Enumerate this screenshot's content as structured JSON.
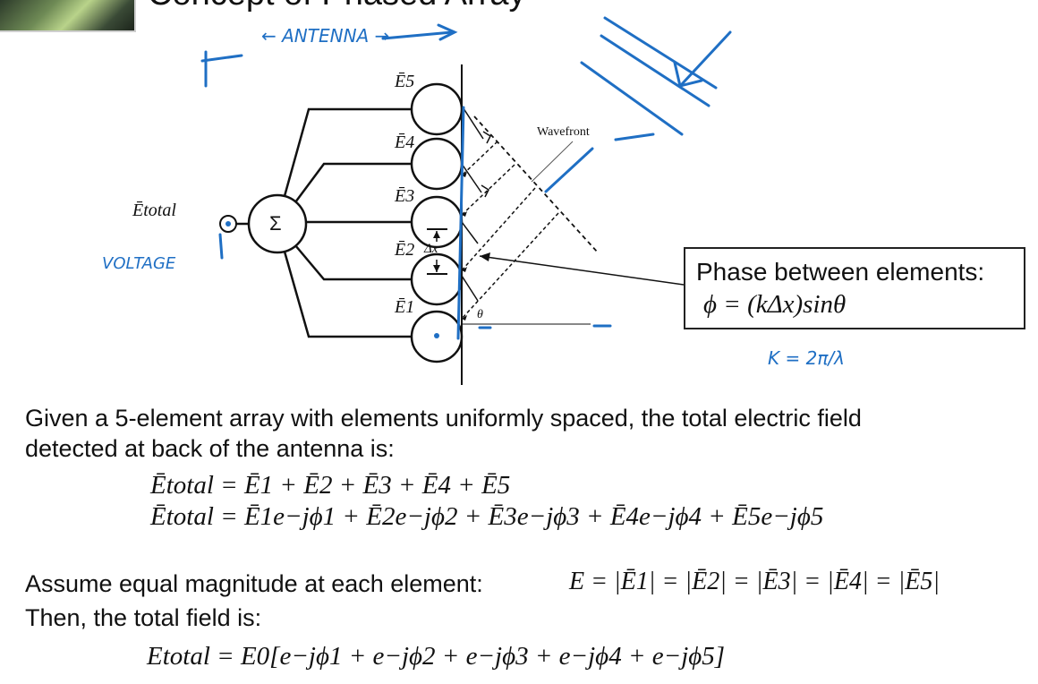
{
  "slide": {
    "title": "Concept of Phased Array"
  },
  "diagram": {
    "element_labels": [
      "Ē5",
      "Ē4",
      "Ē3",
      "Ē2",
      "Ē1"
    ],
    "total_label": "Ētotal",
    "sum_symbol": "Σ",
    "dx_label": "Δx",
    "theta_label": "θ",
    "wavefront_label": "Wavefront"
  },
  "annotations": {
    "antenna": "← ANTENNA →",
    "voltage": "VOLTAGE",
    "k_def": "K = 2π/λ",
    "colors": {
      "ink": "#1f6fc4"
    }
  },
  "phase_box": {
    "title": "Phase between elements:",
    "equation": "ϕ = (kΔx)sinθ"
  },
  "body": {
    "para1_line1": "Given a 5-element array with elements uniformly spaced, the total electric field",
    "para1_line2": "detected at back of the antenna is:",
    "eq1": "Ētotal = Ē1 + Ē2 + Ē3 + Ē4 + Ē5",
    "eq2": "Ētotal = Ē1e−jϕ1 + Ē2e−jϕ2 + Ē3e−jϕ3 + Ē4e−jϕ4 + Ē5e−jϕ5",
    "para2_line1": "Assume equal magnitude at each element:",
    "para2_eq": "E = |Ē1| = |Ē2| = |Ē3| = |Ē4| = |Ē5|",
    "para2_line2": "Then, the total field is:",
    "eq3": "Etotal = E0[e−jϕ1 + e−jϕ2 + e−jϕ3 + e−jϕ4 + e−jϕ5]"
  }
}
